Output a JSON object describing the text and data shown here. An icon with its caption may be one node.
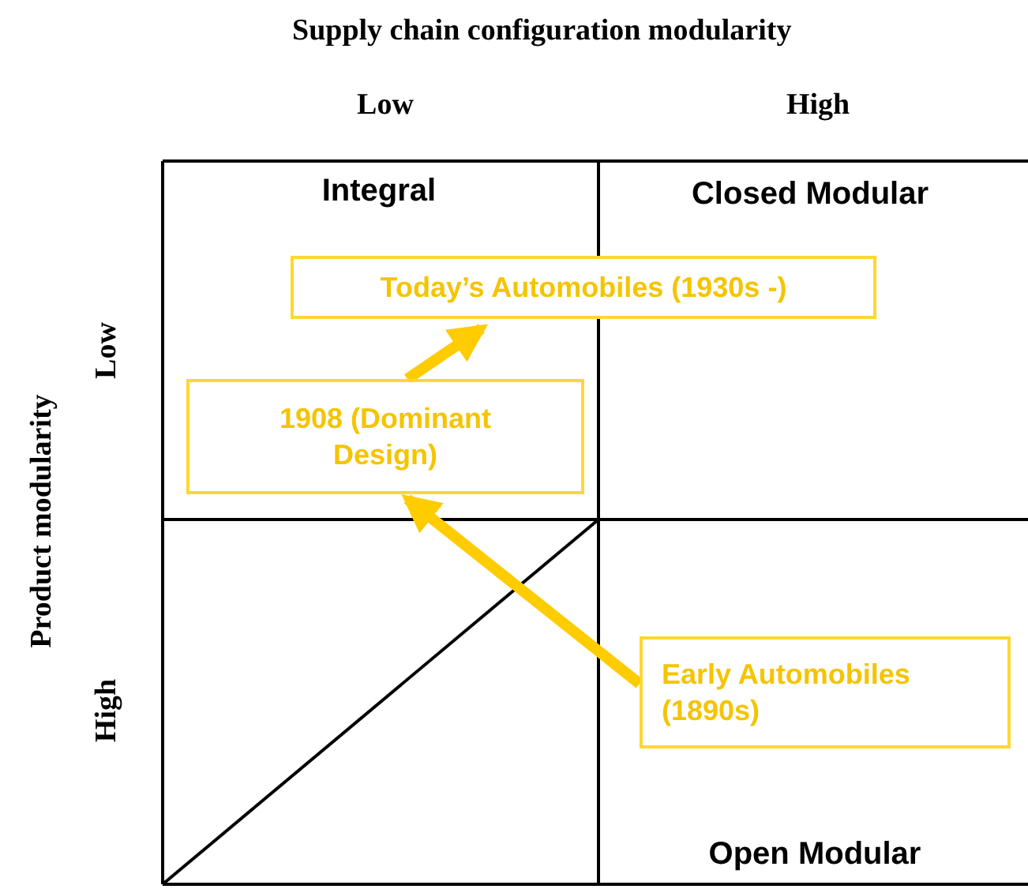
{
  "diagram": {
    "title": "Supply chain configuration modularity",
    "nodes": [
      {
        "text": [
          "Today’s Automobiles (1930s -)"
        ]
      },
      {
        "text": [
          "1908 (Dominant Design)"
        ]
      },
      {
        "text": [
          "Early Automobiles (1890s)"
        ]
      }
    ],
    "edges": [
      {
        "from": 2,
        "to": 1,
        "arrow": "to"
      },
      {
        "from": 1,
        "to": 0,
        "arrow": "to"
      }
    ],
    "labels": [
      "Low",
      "High",
      "Product modularity",
      "Low",
      "High",
      "Integral",
      "Closed Modular",
      "Open Modular"
    ]
  }
}
